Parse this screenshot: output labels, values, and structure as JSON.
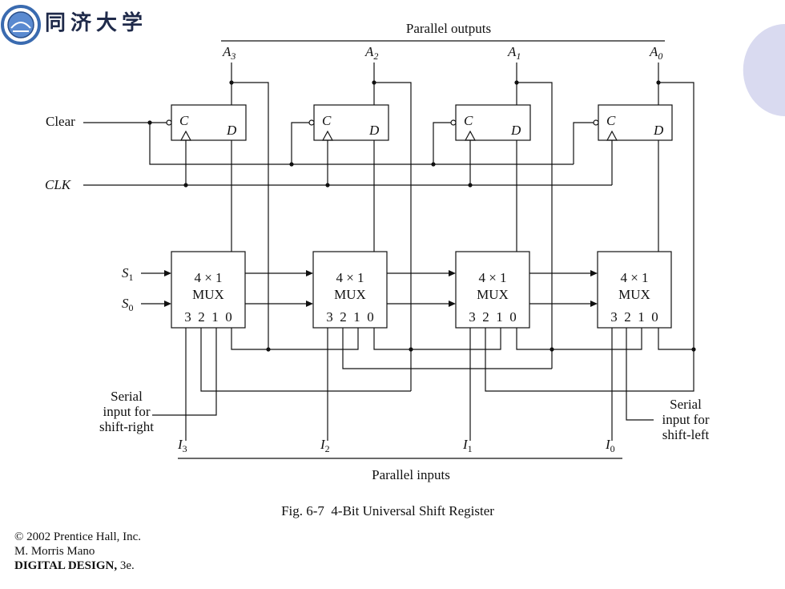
{
  "header": {
    "logo_text": "同济大学"
  },
  "diagram": {
    "top_label": "Parallel outputs",
    "bottom_label": "Parallel inputs",
    "caption": "Fig. 6-7  4-Bit Universal Shift Register",
    "clear_label": "Clear",
    "clk_label": "CLK",
    "s1_label": "S",
    "s1_sub": "1",
    "s0_label": "S",
    "s0_sub": "0",
    "ff_c": "C",
    "ff_d": "D",
    "mux_line1": "4 × 1",
    "mux_line2": "MUX",
    "mux_pins": "3  2  1  0",
    "outputs": [
      {
        "name": "A",
        "sub": "3"
      },
      {
        "name": "A",
        "sub": "2"
      },
      {
        "name": "A",
        "sub": "1"
      },
      {
        "name": "A",
        "sub": "0"
      }
    ],
    "inputs": [
      {
        "name": "I",
        "sub": "3"
      },
      {
        "name": "I",
        "sub": "2"
      },
      {
        "name": "I",
        "sub": "1"
      },
      {
        "name": "I",
        "sub": "0"
      }
    ],
    "serial_right": [
      "Serial",
      "input for",
      "shift-right"
    ],
    "serial_left": [
      "Serial",
      "input for",
      "shift-left"
    ]
  },
  "credits": {
    "line1": "© 2002 Prentice Hall, Inc.",
    "line2": "M. Morris Mano",
    "book": "DIGITAL DESIGN,",
    "edition": " 3e."
  },
  "colors": {
    "deco": "#d9daf0",
    "logo": "#3a6bb0"
  }
}
